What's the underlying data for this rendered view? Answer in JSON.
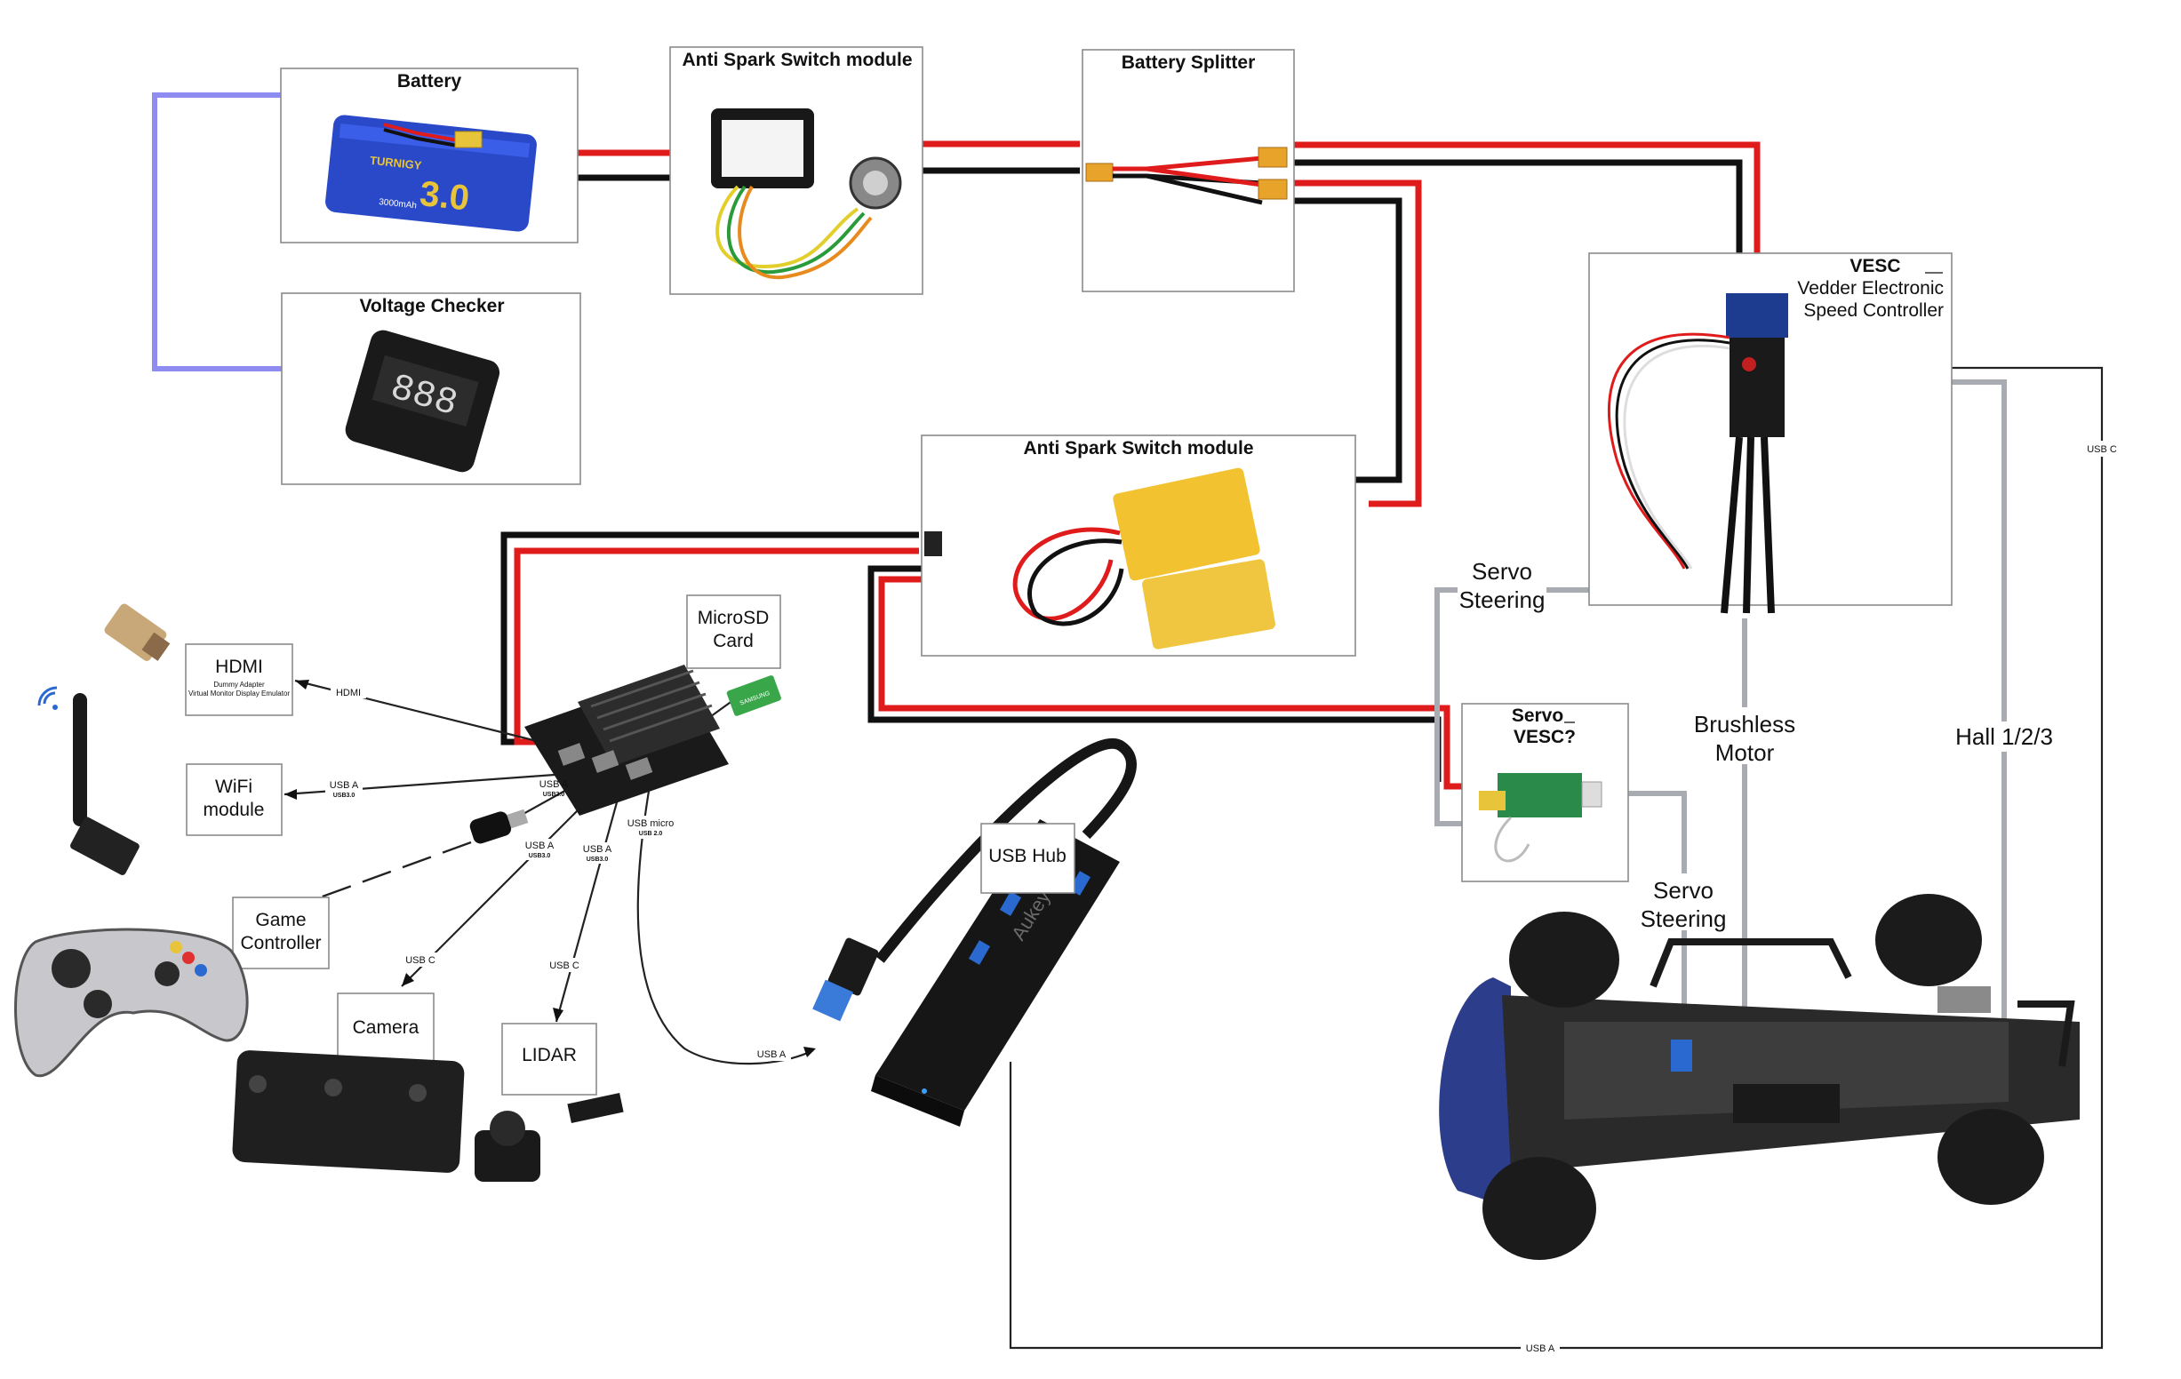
{
  "blocks": {
    "battery": "Battery",
    "anti_spark_1": "Anti Spark Switch module",
    "battery_splitter": "Battery Splitter",
    "voltage_checker": "Voltage Checker",
    "vesc_title": "VESC",
    "vesc_sub1": "Vedder Electronic",
    "vesc_sub2": "Speed Controller",
    "anti_spark_2": "Anti Spark Switch module",
    "servo_vesc_1": "Servo",
    "servo_vesc_2": "VESC?",
    "microsd_1": "MicroSD",
    "microsd_2": "Card",
    "hdmi": "HDMI",
    "hdmi_sub1": "Dummy Adapter",
    "hdmi_sub2": "Virtual Monitor Display Emulator",
    "wifi_1": "WiFi",
    "wifi_2": "module",
    "game_1": "Game",
    "game_2": "Controller",
    "camera": "Camera",
    "lidar": "LIDAR",
    "usb_hub": "USB Hub"
  },
  "wire_labels": {
    "servo_steering_top_1": "Servo",
    "servo_steering_top_2": "Steering",
    "servo_steering_bottom_1": "Servo",
    "servo_steering_bottom_2": "Steering",
    "brushless_1": "Brushless",
    "brushless_2": "Motor",
    "hall": "Hall 1/2/3",
    "usb_c_vesc": "USB C",
    "usb_a_bottom": "USB A",
    "hdmi_link": "HDMI",
    "usb_a_wifi": "USB A",
    "usb_a_wifi_sub": "USB3.0",
    "usb_a_dongle": "USB A",
    "usb_a_dongle_sub": "USB3.0",
    "usb_a_cam": "USB A",
    "usb_a_cam_sub": "USB3.0",
    "usb_a_lidar": "USB A",
    "usb_a_lidar_sub": "USB3.0",
    "usb_micro": "USB micro",
    "usb_micro_sub": "USB 2.0",
    "usb_c_cam": "USB C",
    "usb_c_lidar": "USB C",
    "usb_a_hub": "USB A"
  },
  "product_text": {
    "battery_brand": "TURNIGY",
    "battery_capacity": "3.0",
    "battery_mah": "3000mAh",
    "voltage_display": "888",
    "usb_hub_brand": "Aukey",
    "microsd_brand": "SAMSUNG"
  },
  "colors": {
    "positive_wire": "#e01b1b",
    "negative_wire": "#101010",
    "signal_wire": "#a8abb1",
    "balance_lead": "#8e8cf0",
    "battery_body": "#2a49c8",
    "pcb_yellow": "#f2c230",
    "vesc_caps": "#1d3c8f"
  }
}
